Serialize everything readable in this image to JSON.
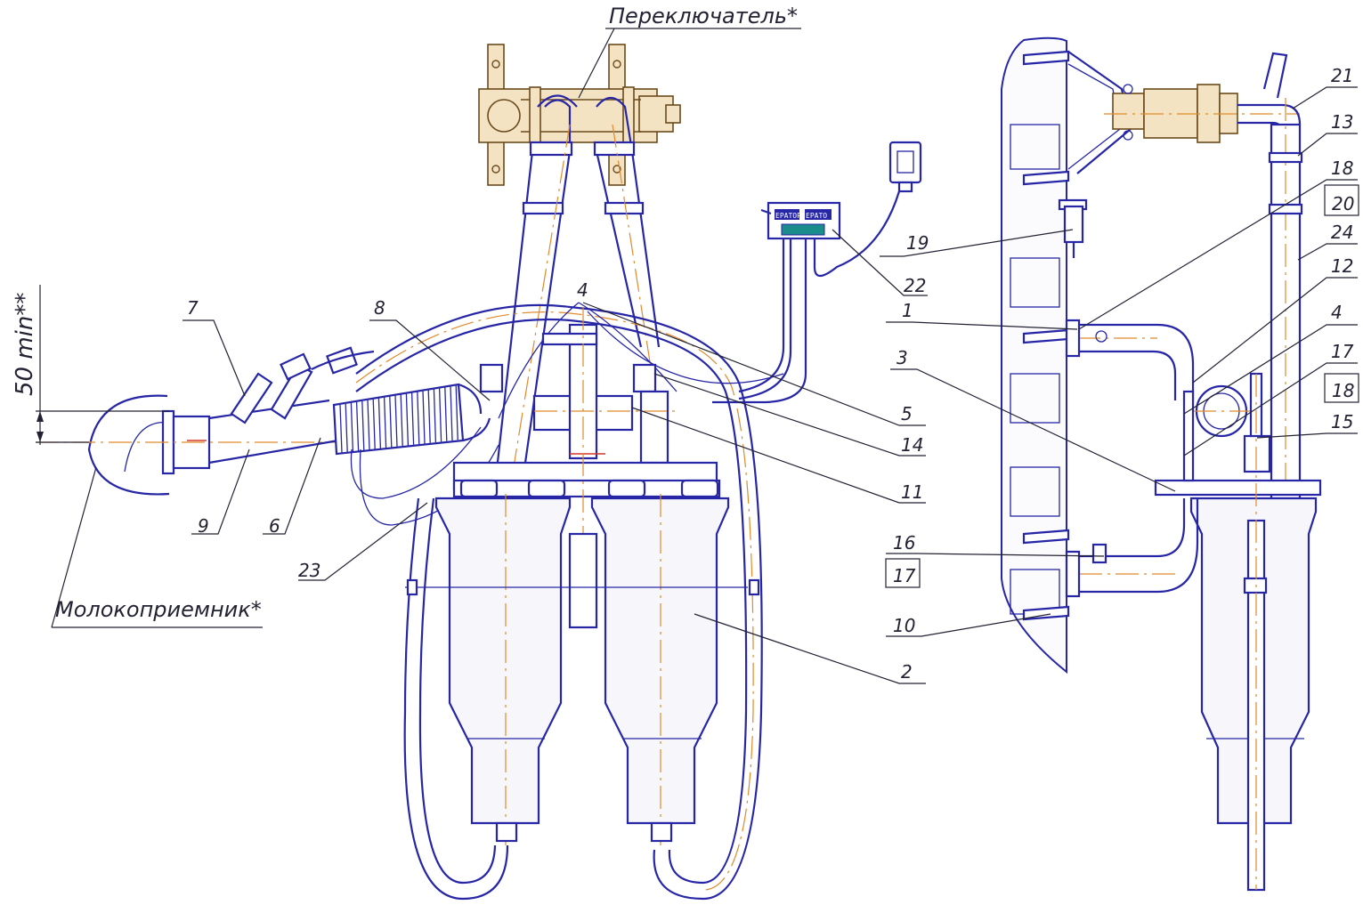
{
  "callouts": {
    "switch": "Переключатель*",
    "milk_receiver": "Молокоприемник*",
    "min_height": "50 min**"
  },
  "front_view_labels": [
    "7",
    "8",
    "9",
    "6",
    "23",
    "5",
    "14",
    "11",
    "2",
    "4"
  ],
  "controller_labels": [
    "19",
    "22"
  ],
  "controller_text": [
    "ЕРАТОР",
    "ЕРАТО"
  ],
  "side_view_labels": [
    "21",
    "13",
    "18",
    "20",
    "24",
    "12",
    "1",
    "3",
    "4",
    "17",
    "18",
    "15",
    "16",
    "17",
    "10"
  ]
}
